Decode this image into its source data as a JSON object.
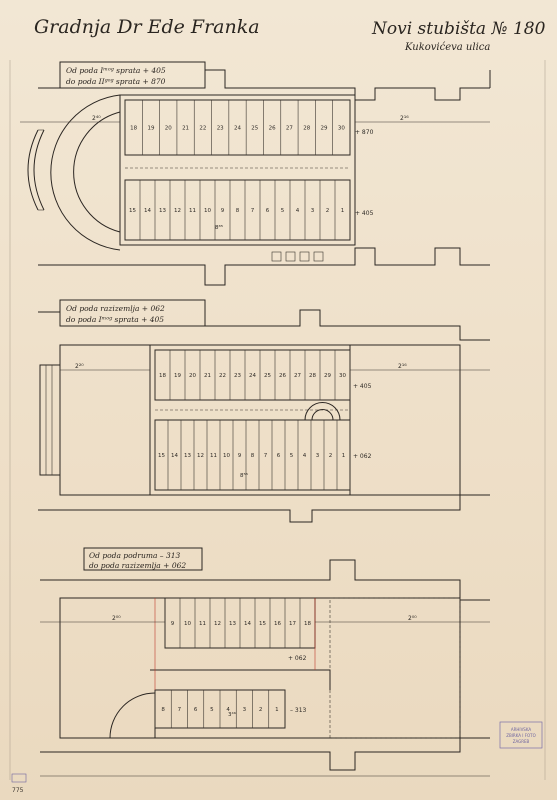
{
  "header": {
    "title_left": "Gradnja Dr Ede Franka",
    "title_right": "Novi stubišta № 180",
    "subtitle_right": "Kukovićeva ulica"
  },
  "plans": [
    {
      "label_line1": "Od poda Iᵐᵒᵍ sprata + 405",
      "label_line2": "do poda IIᵍᵒᵍ sprata + 870",
      "step_numbers_top": [
        "18",
        "19",
        "20",
        "21",
        "22",
        "23",
        "24",
        "25",
        "26",
        "27",
        "28",
        "29",
        "30"
      ],
      "step_numbers_bottom": [
        "15",
        "14",
        "13",
        "12",
        "11",
        "10",
        "9",
        "8",
        "7",
        "6",
        "5",
        "4",
        "3",
        "2",
        "1"
      ],
      "level_top": "+ 870",
      "level_bottom": "+ 405",
      "dim_left": "2⁴⁰",
      "dim_right": "2¹⁶",
      "dim_total": "8⁸⁵"
    },
    {
      "label_line1": "Od poda razizemlja + 062",
      "label_line2": "do poda Iᵐᵒᵍ sprata + 405",
      "step_numbers_top": [
        "18",
        "19",
        "20",
        "21",
        "22",
        "23",
        "24",
        "25",
        "26",
        "27",
        "28",
        "29",
        "30"
      ],
      "step_numbers_bottom": [
        "15",
        "14",
        "13",
        "12",
        "11",
        "10",
        "9",
        "8",
        "7",
        "6",
        "5",
        "4",
        "3",
        "2",
        "1"
      ],
      "level_top": "+ 405",
      "level_bottom": "+ 062",
      "dim_left": "2²⁰",
      "dim_right": "2¹⁶",
      "dim_total": "8⁵⁵"
    },
    {
      "label_line1": "Od poda podruma – 313",
      "label_line2": "do poda razizemlja + 062",
      "step_numbers_top": [
        "9",
        "10",
        "11",
        "12",
        "13",
        "14",
        "15",
        "16",
        "17",
        "18"
      ],
      "step_numbers_bottom": [
        "8",
        "7",
        "6",
        "5",
        "4",
        "3",
        "2",
        "1"
      ],
      "level_top": "+ 062",
      "level_bottom": "– 313",
      "dim_left": "2⁰⁰",
      "dim_right": "2⁰⁰",
      "dim_total": "3⁴⁶"
    }
  ],
  "stamp": {
    "line1": "ARHIVSKA",
    "line2": "ZBIRKA I FOTO",
    "line3": "ZAGREB"
  },
  "archive_code": "775"
}
